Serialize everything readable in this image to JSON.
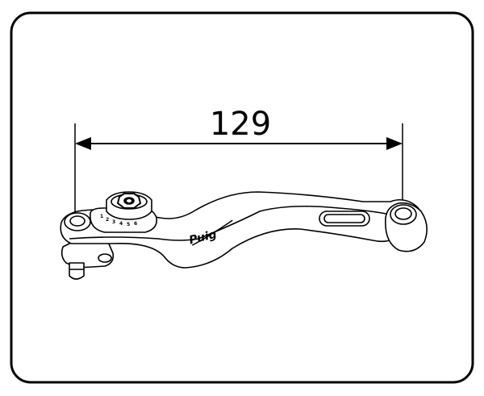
{
  "dimension": {
    "value": "129"
  },
  "lever": {
    "brand": "Puig",
    "adjuster_numbers": [
      "1",
      "2",
      "3",
      "4",
      "5",
      "6"
    ]
  },
  "colors": {
    "outline": "#000000",
    "background": "#ffffff"
  }
}
